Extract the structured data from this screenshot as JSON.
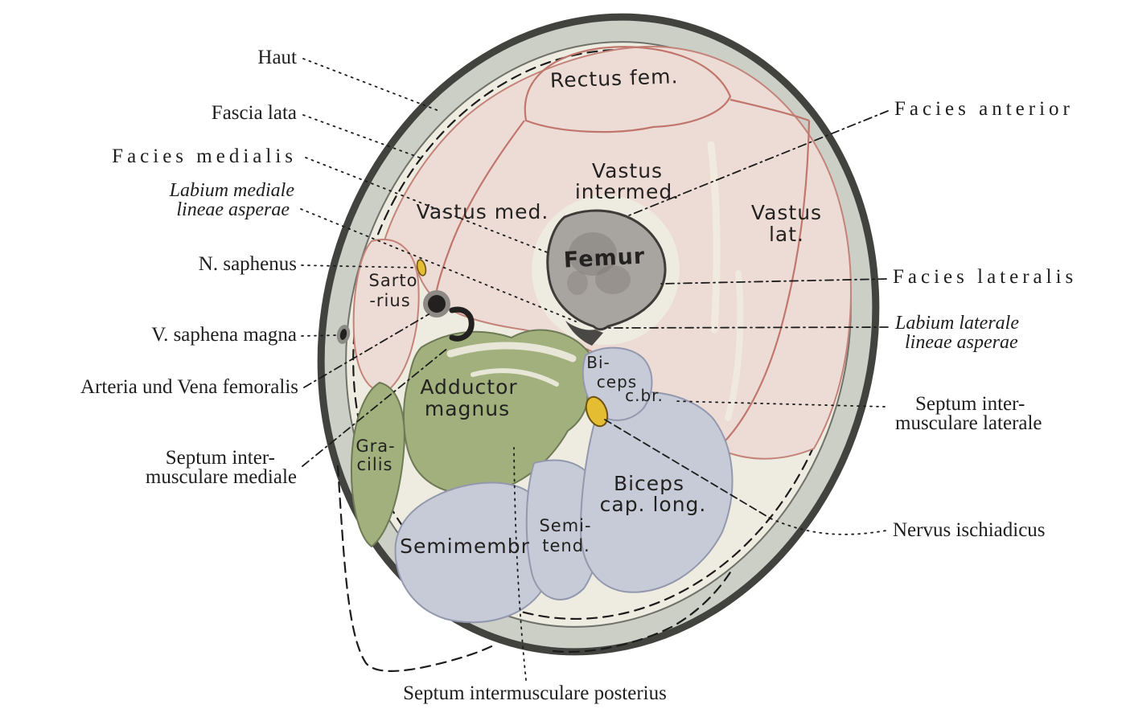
{
  "figure": {
    "kind": "anatomical cross-section diagram of the mid-thigh",
    "background": "#ffffff"
  },
  "colors": {
    "skin_band": "#cbcfc6",
    "skin_outline": "#42423f",
    "fascia_cream": "#eeebe0",
    "muscle_pink": "#eddcd5",
    "pink_border": "#c4837a",
    "muscle_green": "#a2b07e",
    "green_border": "#6e7a55",
    "muscle_blue": "#c7cad7",
    "blue_border": "#9298ad",
    "femur_gray": "#a8a4a0",
    "femur_mottle": "#7d7873",
    "femur_outline": "#3e3b38",
    "nerve_yellow": "#e4bd33",
    "nerve_outline": "#6e5310",
    "vessel_dark": "#23211f",
    "vessel_ring": "#8d8a85",
    "leader_black": "#1c1c1c"
  },
  "muscle_labels": {
    "rectus_fem": {
      "line1": "Rectus fem."
    },
    "vastus_intermed": {
      "line1": "Vastus",
      "line2": "intermed."
    },
    "vastus_med": {
      "line1": "Vastus med."
    },
    "vastus_lat": {
      "line1": "Vastus",
      "line2": "lat."
    },
    "femur": {
      "line1": "Femur"
    },
    "sartorius": {
      "line1": "Sarto",
      "line2": "-rius"
    },
    "adductor_magnus": {
      "line1": "Adductor",
      "line2": "magnus"
    },
    "gracilis": {
      "line1": "Gra-",
      "line2": "cilis"
    },
    "biceps_breve": {
      "line1": "Bi-",
      "line2": "ceps",
      "line3": "c.br."
    },
    "biceps_longum": {
      "line1": "Biceps",
      "line2": "cap. long."
    },
    "semimembranosus": {
      "line1": "Semimembr"
    },
    "semitendinosus": {
      "line1": "Semi-",
      "line2": "tend."
    }
  },
  "annotations": {
    "haut": {
      "text": "Haut"
    },
    "fascia_lata": {
      "text": "Fascia lata"
    },
    "facies_medialis": {
      "text": "Facies medialis"
    },
    "labium_mediale": {
      "line1": "Labium mediale",
      "line2": "lineae asperae"
    },
    "n_saphenus": {
      "text": "N. saphenus"
    },
    "v_saphena_magna": {
      "text": "V. saphena magna"
    },
    "arteria_vena_femoralis": {
      "text": "Arteria und Vena femoralis"
    },
    "septum_mediale": {
      "line1": "Septum inter-",
      "line2": "musculare mediale"
    },
    "facies_anterior": {
      "text": "Facies anterior"
    },
    "facies_lateralis": {
      "text": "Facies lateralis"
    },
    "labium_laterale": {
      "line1": "Labium laterale",
      "line2": "lineae asperae"
    },
    "septum_laterale": {
      "line1": "Septum inter-",
      "line2": "musculare laterale"
    },
    "nervus_ischiadicus": {
      "text": "Nervus ischiadicus"
    },
    "septum_posterius": {
      "text": "Septum intermusculare posterius"
    }
  }
}
